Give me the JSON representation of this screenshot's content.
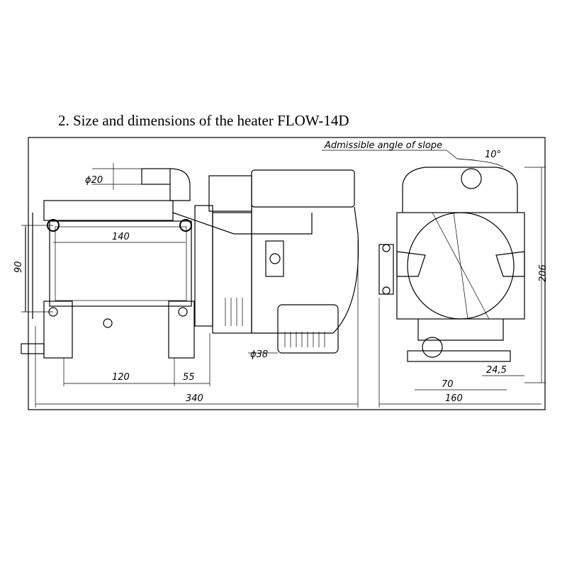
{
  "title": "2.  Size and dimensions of the heater FLOW-14D",
  "annotation": "Admissible angle of slope",
  "dimensions": {
    "angle": "10°",
    "pipe_diameter": "ϕ20",
    "mount_width": "140",
    "mount_height": "90",
    "foot_spacing": "120",
    "offset": "55",
    "exhaust_diameter": "ϕ38",
    "total_length": "340",
    "total_height": "206",
    "side_width_70": "70",
    "side_offset": "24,5",
    "total_width": "160"
  }
}
